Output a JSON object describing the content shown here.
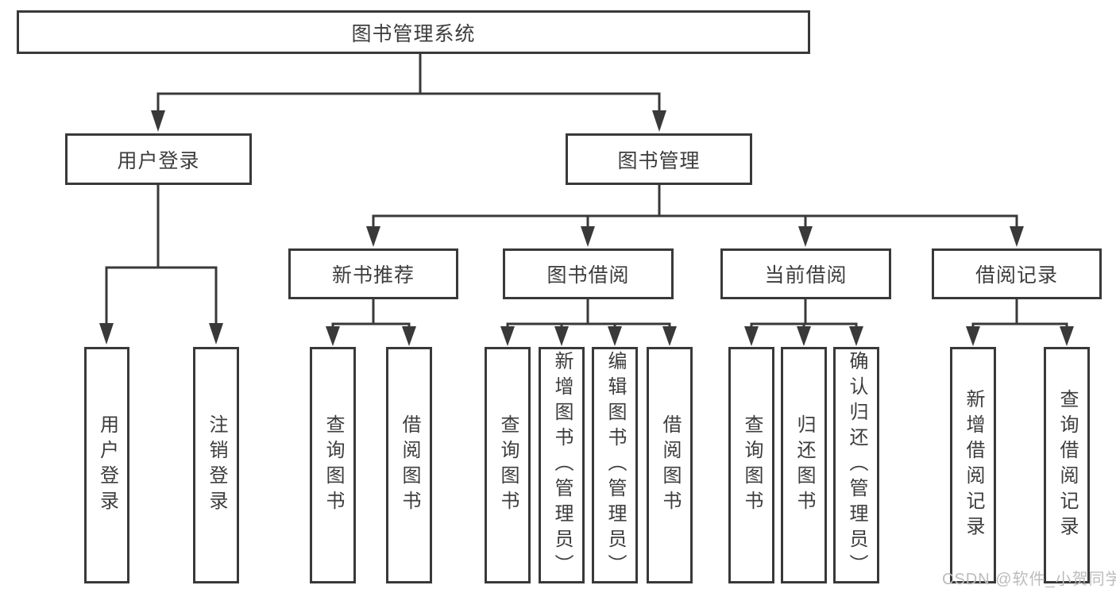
{
  "diagram_title": "图书管理系统",
  "nodes": {
    "root": {
      "label": "图书管理系统"
    },
    "user_login": {
      "label": "用户登录"
    },
    "book_mgmt": {
      "label": "图书管理"
    },
    "new_books": {
      "label": "新书推荐"
    },
    "book_borrow": {
      "label": "图书借阅"
    },
    "current_borrow": {
      "label": "当前借阅"
    },
    "borrow_records": {
      "label": "借阅记录"
    },
    "leaves": {
      "user_login_action": {
        "label": "用户登录"
      },
      "logout": {
        "label": "注销登录"
      },
      "nb_query_books": {
        "label": "查询图书"
      },
      "nb_borrow_books": {
        "label": "借阅图书"
      },
      "bw_query_books": {
        "label": "查询图书"
      },
      "bw_add_books": {
        "label": "新增图书（管理员）"
      },
      "bw_edit_books": {
        "label": "编辑图书（管理员）"
      },
      "bw_borrow_books": {
        "label": "借阅图书"
      },
      "cur_query_books": {
        "label": "查询图书"
      },
      "cur_return_books": {
        "label": "归还图书"
      },
      "cur_confirm_return": {
        "label": "确认归还（管理员）"
      },
      "rec_add_record": {
        "label": "新增借阅记录"
      },
      "rec_query_record": {
        "label": "查询借阅记录"
      }
    }
  },
  "watermark": {
    "text": "CSDN @软件_小贺同学"
  },
  "colors": {
    "line": "#393939",
    "text": "#3d3d3d",
    "background": "#ffffff",
    "watermark": "#bcbcbc"
  }
}
